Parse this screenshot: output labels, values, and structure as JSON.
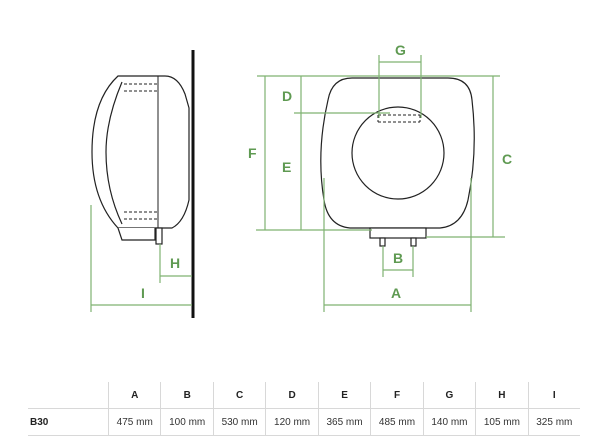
{
  "diagram": {
    "labels": {
      "A": "A",
      "B": "B",
      "C": "C",
      "D": "D",
      "E": "E",
      "F": "F",
      "G": "G",
      "H": "H",
      "I": "I"
    }
  },
  "table": {
    "headers": [
      "A",
      "B",
      "C",
      "D",
      "E",
      "F",
      "G",
      "H",
      "I"
    ],
    "row": {
      "model": "B30",
      "values": [
        "475 mm",
        "100 mm",
        "530 mm",
        "120 mm",
        "365 mm",
        "485 mm",
        "140 mm",
        "105 mm",
        "325 mm"
      ]
    }
  },
  "colors": {
    "dimension": "#7fb272",
    "label": "#5f9a52",
    "outline": "#222222"
  }
}
